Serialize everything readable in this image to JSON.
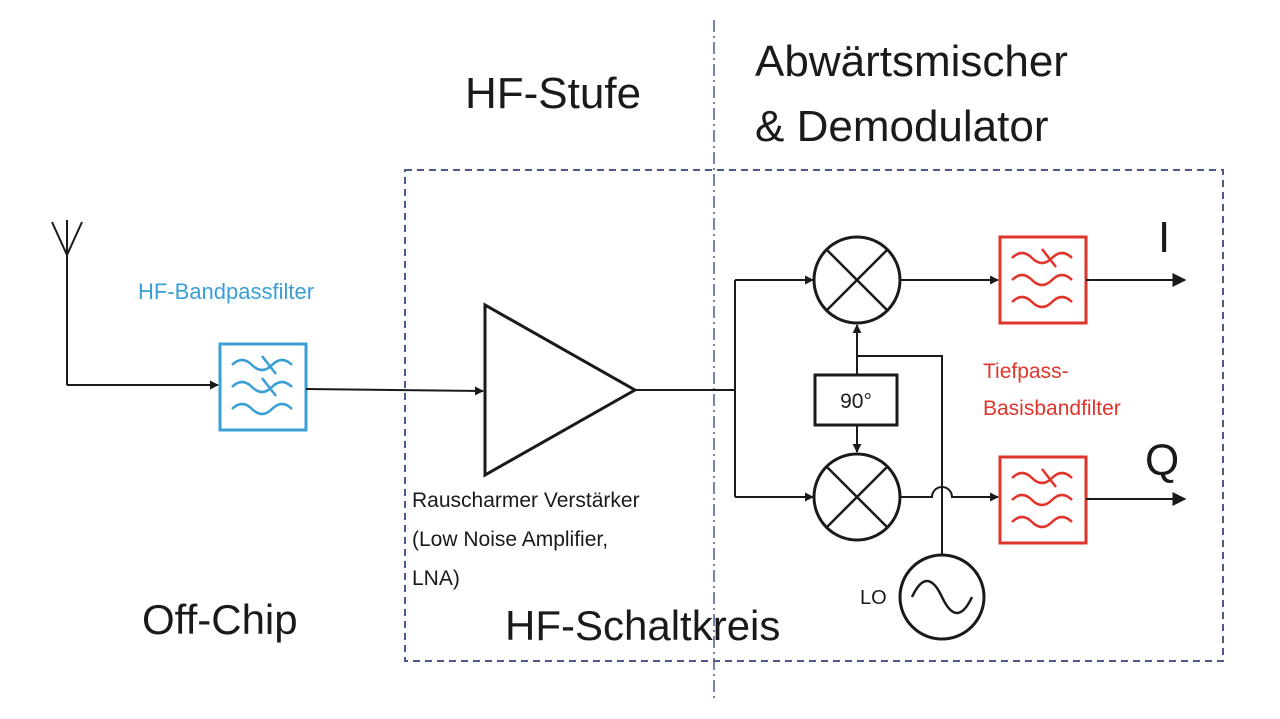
{
  "labels": {
    "hf_stufe": "HF-Stufe",
    "mixer_line1": "Abwärtsmischer",
    "mixer_line2": "& Demodulator",
    "hf_bandpass": "HF-Bandpassfilter",
    "lna_line1": "Rauscharmer Verstärker",
    "lna_line2": "(Low Noise Amplifier,",
    "lna_line3": "LNA)",
    "off_chip": "Off-Chip",
    "hf_schaltkreis": "HF-Schaltkreis",
    "phase_shift": "90°",
    "lo": "LO",
    "tiefpass_line1": "Tiefpass-",
    "tiefpass_line2": "Basisbandfilter",
    "out_i": "I",
    "out_q": "Q"
  },
  "colors": {
    "bandpass_filter": "#3a9fd6",
    "lowpass_filter": "#e0352b",
    "dashed_boundary": "#4a5a8a",
    "line": "#1a1a1a"
  },
  "icons": {
    "antenna": "antenna-icon",
    "bandpass": "bandpass-filter-icon",
    "lowpass": "lowpass-filter-icon",
    "mixer": "mixer-icon",
    "oscillator": "sine-wave-icon"
  }
}
